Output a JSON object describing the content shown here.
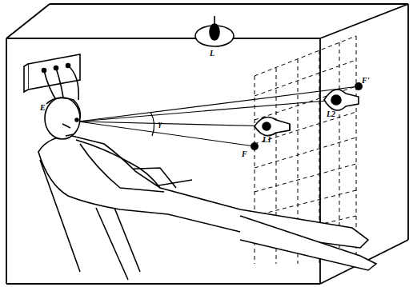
{
  "diagram": {
    "labels": [
      "L",
      "E",
      "F",
      "F'",
      "L1",
      "L2",
      "γ"
    ]
  }
}
